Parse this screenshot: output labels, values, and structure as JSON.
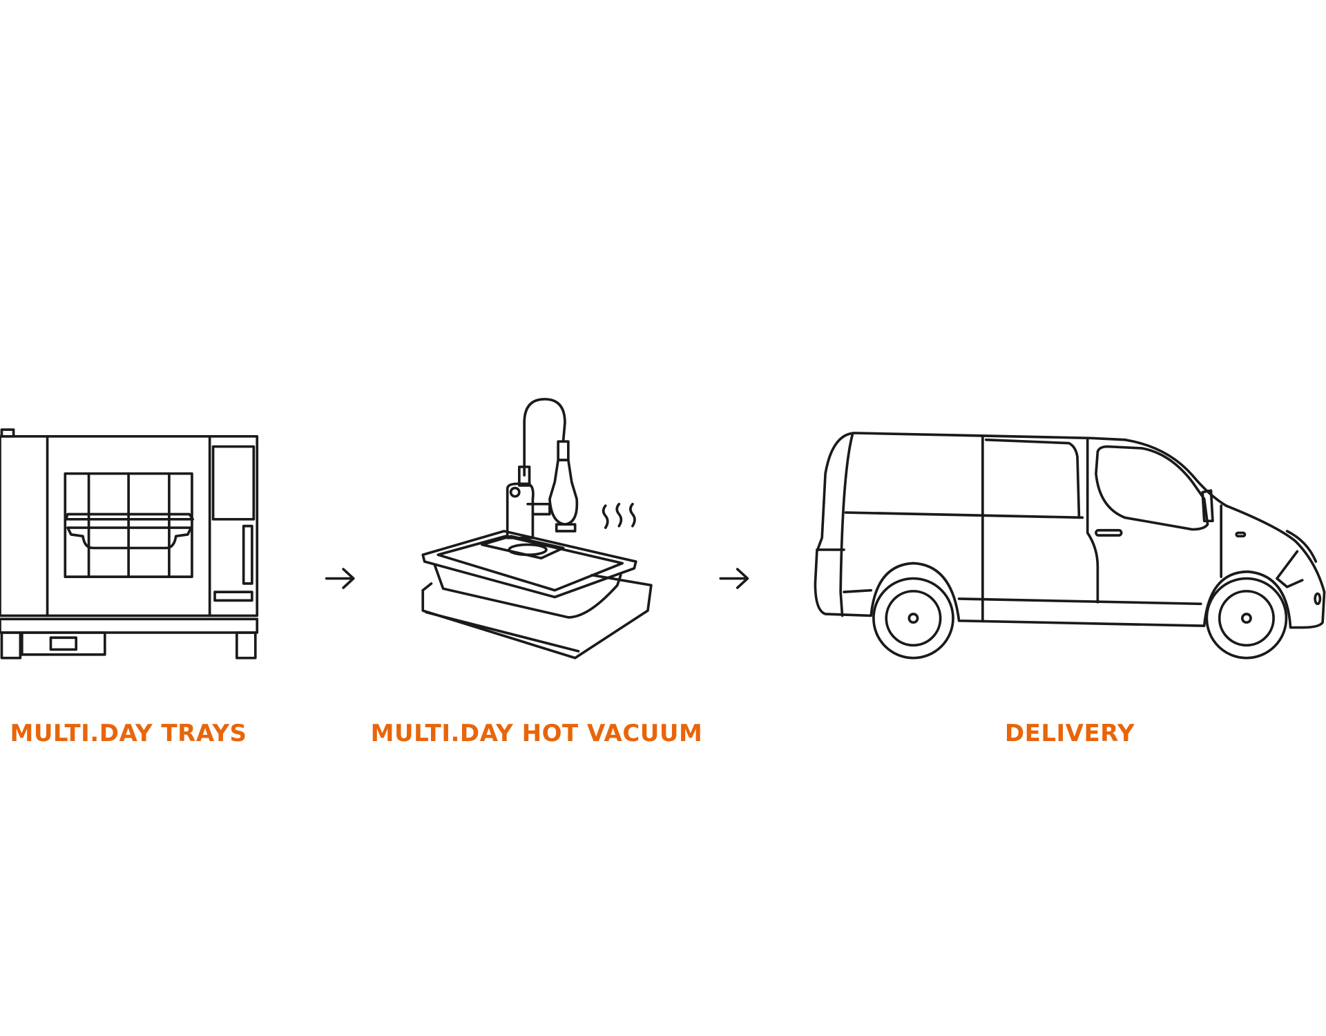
{
  "steps": [
    {
      "label": "MULTI.DAY TRAYS",
      "icon": "combi-oven-icon"
    },
    {
      "label": "MULTI.DAY HOT VACUUM",
      "icon": "vacuum-tray-icon"
    },
    {
      "label": "DELIVERY",
      "icon": "delivery-van-icon"
    }
  ],
  "colors": {
    "accent": "#E8650A",
    "line": "#1a1a1a"
  }
}
